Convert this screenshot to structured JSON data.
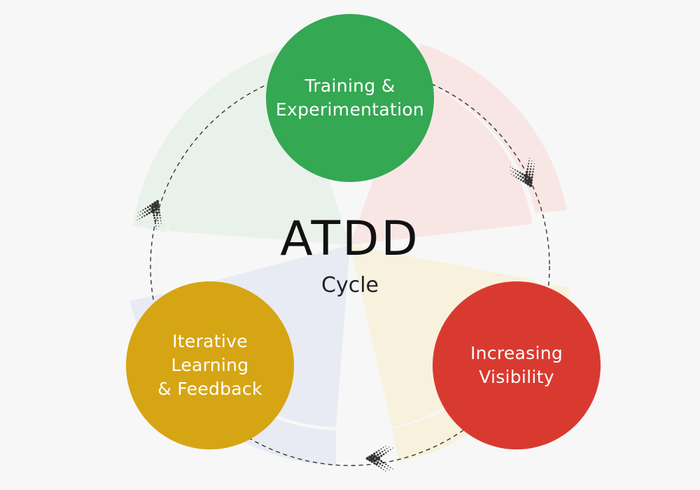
{
  "diagram": {
    "title": "ATDD",
    "subtitle": "Cycle",
    "nodes": [
      {
        "lines": [
          "Training &",
          "Experimentation"
        ],
        "color": "#34a853"
      },
      {
        "lines": [
          "Increasing",
          "Visibility"
        ],
        "color": "#d93a30"
      },
      {
        "lines": [
          "Iterative",
          "Learning",
          "& Feedback"
        ],
        "color": "#d6a514"
      }
    ],
    "background_colors": {
      "green": "#e9f2ea",
      "red": "#f8e6e5",
      "yellow": "#f8f1dd",
      "blue": "#e8ebf3"
    },
    "connector_color": "#333333",
    "arrow_icon": "dotted-chevron-arrow-icon"
  }
}
